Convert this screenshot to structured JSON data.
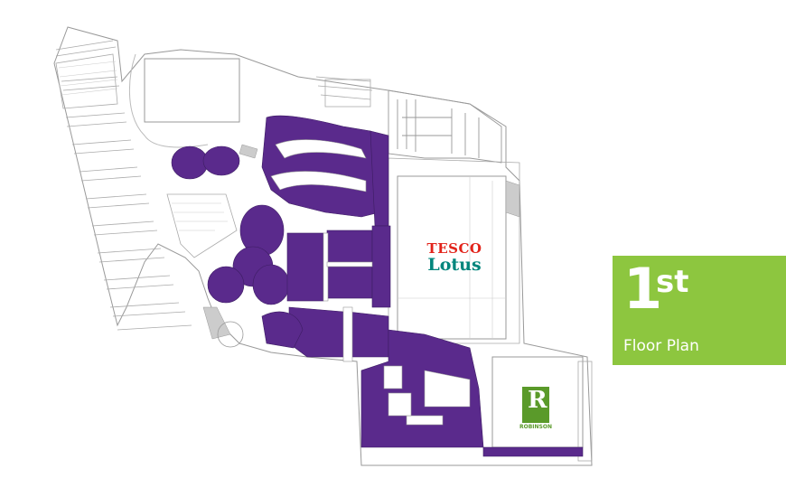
{
  "map": {
    "badge": {
      "number": "1",
      "superscript": "st",
      "label": "Floor Plan",
      "color": "#8dc63f"
    },
    "anchors": {
      "tesco_line1": "TESCO",
      "tesco_line2": "Lotus",
      "robinson": "ROBINSON"
    },
    "colors": {
      "shop_units": "#5a2a8c",
      "outline": "#999999",
      "tesco_red": "#e2231a",
      "lotus_green": "#00857c",
      "robinson_green": "#5a9a2a"
    }
  }
}
